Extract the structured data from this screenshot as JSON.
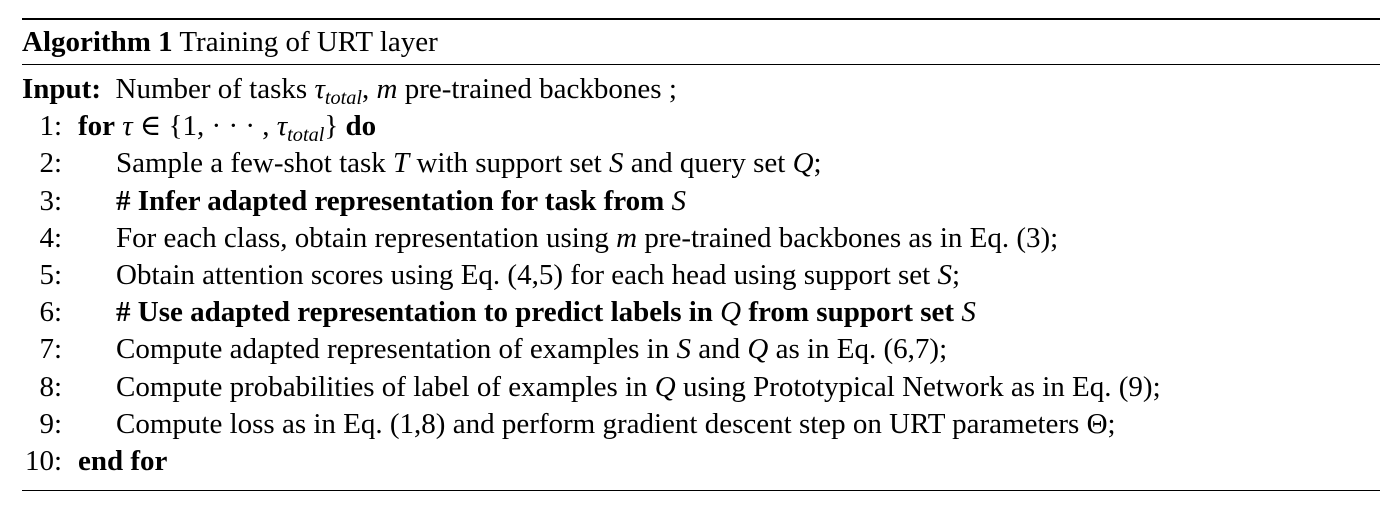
{
  "algorithm": {
    "label": "Algorithm 1",
    "title": "Training of URT layer",
    "input_label": "Input:",
    "input_text_1": "Number of tasks",
    "tau": "τ",
    "total": "total",
    "comma": ",",
    "m": "m",
    "input_text_2": "pre-trained backbones ;",
    "lines": [
      {
        "num": "1:",
        "kw_for": "for",
        "in_set": "∈ {1, · · · ,",
        "close_brace": "}",
        "kw_do": "do"
      },
      {
        "num": "2:",
        "t1": "Sample a few-shot task",
        "T": "T",
        "t2": "with support set",
        "S": "S",
        "t3": "and query set",
        "Q": "Q",
        "t4": ";"
      },
      {
        "num": "3:",
        "t1": "# Infer adapted representation for task from",
        "S": "S"
      },
      {
        "num": "4:",
        "t1": "For each class, obtain representation using",
        "m": "m",
        "t2": "pre-trained backbones as in Eq. (3);"
      },
      {
        "num": "5:",
        "t1": "Obtain attention scores using Eq. (4,5) for each head using support set",
        "S": "S",
        "t2": ";"
      },
      {
        "num": "6:",
        "t1": "# Use adapted representation to predict labels in",
        "Q": "Q",
        "t2": "from support set",
        "S": "S"
      },
      {
        "num": "7:",
        "t1": "Compute adapted representation of examples in",
        "S": "S",
        "t2": "and",
        "Q": "Q",
        "t3": "as in Eq. (6,7);"
      },
      {
        "num": "8:",
        "t1": "Compute probabilities of label of examples in",
        "Q": "Q",
        "t2": "using Prototypical Network as in Eq. (9);"
      },
      {
        "num": "9:",
        "t1": "Compute loss as in Eq. (1,8) and perform gradient descent step on URT parameters",
        "theta": "Θ",
        "t2": ";"
      },
      {
        "num": "10:",
        "kw_end": "end for"
      }
    ]
  }
}
